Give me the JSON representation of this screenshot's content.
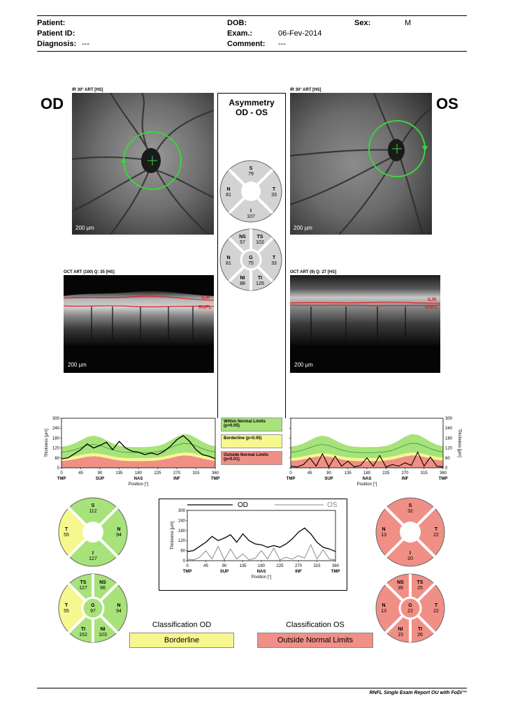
{
  "header": {
    "patient_label": "Patient:",
    "patient_id_label": "Patient ID:",
    "diagnosis_label": "Diagnosis:",
    "diagnosis_value": "---",
    "dob_label": "DOB:",
    "exam_label": "Exam.:",
    "exam_value": "06-Fev-2014",
    "comment_label": "Comment:",
    "comment_value": "---",
    "sex_label": "Sex:",
    "sex_value": "M"
  },
  "od": {
    "eye": "OD",
    "ir_label": "IR 30° ART [HS]",
    "oct_label": "OCT ART (100) Q: 35 [HS]",
    "scale": "200 µm"
  },
  "os": {
    "eye": "OS",
    "ir_label": "IR 30° ART [HS]",
    "oct_label": "OCT ART (9) Q: 27 [HS]",
    "scale": "200 µm"
  },
  "oct_labels": {
    "ilm": "ILM",
    "rnfl": "RNFL"
  },
  "asymmetry": {
    "title1": "Asymmetry",
    "title2": "OD - OS",
    "quad": {
      "S": {
        "l": "S",
        "v": "79"
      },
      "N": {
        "l": "N",
        "v": "81"
      },
      "T": {
        "l": "T",
        "v": "33"
      },
      "I": {
        "l": "I",
        "v": "107"
      }
    },
    "sect": {
      "NS": {
        "l": "NS",
        "v": "57"
      },
      "TS": {
        "l": "TS",
        "v": "102"
      },
      "N": {
        "l": "N",
        "v": "81"
      },
      "G": {
        "l": "G",
        "v": "75"
      },
      "T": {
        "l": "T",
        "v": "33"
      },
      "NI": {
        "l": "NI",
        "v": "88"
      },
      "TI": {
        "l": "TI",
        "v": "126"
      }
    }
  },
  "legend": {
    "within1": "Within Normal Limits",
    "within2": "(p>0.05)",
    "borderline": "Borderline (p<0.05)",
    "outside1": "Outside Normal Limits",
    "outside2": "(p<0.01)"
  },
  "axis": {
    "ylabel": "Thickness [µm]",
    "xlabel": "Position [°]",
    "yticks": [
      "300",
      "240",
      "180",
      "120",
      "60",
      "0"
    ],
    "xticks": [
      "0",
      "45",
      "90",
      "135",
      "180",
      "225",
      "270",
      "315",
      "360"
    ],
    "regions": [
      "TMP",
      "SUP",
      "NAS",
      "INF",
      "TMP"
    ]
  },
  "compare": {
    "od_label": "OD",
    "os_label": "OS"
  },
  "od_quad": {
    "S": {
      "l": "S",
      "v": "112"
    },
    "T": {
      "l": "T",
      "v": "55"
    },
    "N": {
      "l": "N",
      "v": "94"
    },
    "I": {
      "l": "I",
      "v": "127"
    }
  },
  "od_sect": {
    "TS": {
      "l": "TS",
      "v": "127"
    },
    "NS": {
      "l": "NS",
      "v": "96"
    },
    "T": {
      "l": "T",
      "v": "55"
    },
    "G": {
      "l": "G",
      "v": "97"
    },
    "N": {
      "l": "N",
      "v": "94"
    },
    "TI": {
      "l": "TI",
      "v": "152"
    },
    "NI": {
      "l": "NI",
      "v": "103"
    }
  },
  "os_quad": {
    "S": {
      "l": "S",
      "v": "32"
    },
    "N": {
      "l": "N",
      "v": "13"
    },
    "T": {
      "l": "T",
      "v": "22"
    },
    "I": {
      "l": "I",
      "v": "20"
    }
  },
  "os_sect": {
    "NS": {
      "l": "NS",
      "v": "39"
    },
    "TS": {
      "l": "TS",
      "v": "25"
    },
    "N": {
      "l": "N",
      "v": "13"
    },
    "G": {
      "l": "G",
      "v": "22"
    },
    "T": {
      "l": "T",
      "v": "22"
    },
    "NI": {
      "l": "NI",
      "v": "15"
    },
    "TI": {
      "l": "TI",
      "v": "26"
    }
  },
  "classification": {
    "od_title": "Classification OD",
    "od_value": "Borderline",
    "os_title": "Classification OS",
    "os_value": "Outside Normal Limits"
  },
  "colors": {
    "green": "#a8e27a",
    "yellow": "#f7f78f",
    "red": "#f08f86",
    "grey": "#d3d3d3",
    "accent_green": "#3cd43c",
    "red_line": "#e02020"
  },
  "footer": "RNFL Single Exam Report OU with FoDi™",
  "chart_data": [
    {
      "type": "line",
      "name": "OD RNFL thickness profile",
      "x": [
        0,
        15,
        30,
        45,
        60,
        75,
        90,
        105,
        120,
        135,
        150,
        165,
        180,
        195,
        210,
        225,
        240,
        255,
        270,
        285,
        300,
        315,
        330,
        345,
        360
      ],
      "series": [
        {
          "values": [
            55,
            60,
            85,
            110,
            145,
            120,
            135,
            155,
            110,
            160,
            120,
            100,
            95,
            80,
            90,
            80,
            100,
            130,
            170,
            195,
            160,
            110,
            80,
            70,
            55
          ]
        }
      ],
      "xlabel": "Position [°]",
      "ylabel": "Thickness [µm]",
      "xlim": [
        0,
        360
      ],
      "ylim": [
        0,
        300
      ],
      "xticks": [
        0,
        45,
        90,
        135,
        180,
        225,
        270,
        315,
        360
      ]
    },
    {
      "type": "line",
      "name": "OS RNFL thickness profile",
      "x": [
        0,
        15,
        30,
        45,
        60,
        75,
        90,
        105,
        120,
        135,
        150,
        165,
        180,
        195,
        210,
        225,
        240,
        255,
        270,
        285,
        300,
        315,
        330,
        345,
        360
      ],
      "series": [
        {
          "values": [
            10,
            5,
            20,
            60,
            10,
            85,
            5,
            70,
            10,
            40,
            5,
            15,
            60,
            10,
            75,
            5,
            20,
            10,
            30,
            15,
            95,
            10,
            65,
            10,
            5
          ]
        }
      ],
      "xlabel": "Position [°]",
      "ylabel": "Thickness [µm]",
      "xlim": [
        0,
        360
      ],
      "ylim": [
        0,
        300
      ],
      "xticks": [
        0,
        45,
        90,
        135,
        180,
        225,
        270,
        315,
        360
      ]
    },
    {
      "type": "line",
      "name": "OD vs OS comparison",
      "x": [
        0,
        15,
        30,
        45,
        60,
        75,
        90,
        105,
        120,
        135,
        150,
        165,
        180,
        195,
        210,
        225,
        240,
        255,
        270,
        285,
        300,
        315,
        330,
        345,
        360
      ],
      "series": [
        {
          "name": "OD",
          "values": [
            55,
            60,
            85,
            110,
            145,
            120,
            135,
            155,
            110,
            160,
            120,
            100,
            95,
            80,
            90,
            80,
            100,
            130,
            170,
            195,
            160,
            110,
            80,
            70,
            55
          ]
        },
        {
          "name": "OS",
          "values": [
            10,
            5,
            20,
            60,
            10,
            85,
            5,
            70,
            10,
            40,
            5,
            15,
            60,
            10,
            75,
            5,
            20,
            10,
            30,
            15,
            95,
            10,
            65,
            10,
            5
          ]
        }
      ],
      "xlabel": "Position [°]",
      "ylabel": "Thickness [µm]",
      "xlim": [
        0,
        360
      ],
      "ylim": [
        0,
        300
      ],
      "xticks": [
        0,
        45,
        90,
        135,
        180,
        225,
        270,
        315,
        360
      ]
    }
  ]
}
